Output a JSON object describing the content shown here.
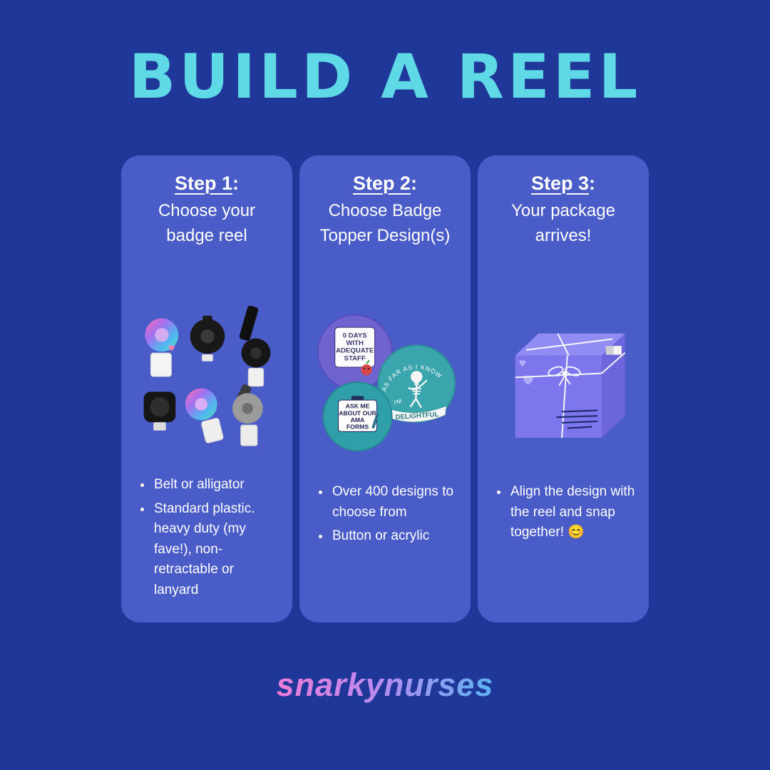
{
  "page": {
    "title": "BUILD A REEL",
    "brand": "snarkynurses"
  },
  "colors": {
    "background": "#1e3799",
    "card": "#4a5cc8",
    "title_accent": "#5fd9e6",
    "brand_gradient": [
      "#ee7cd8",
      "#b48cf0",
      "#5db4f2"
    ],
    "badge_teal": "#35a3ab",
    "badge_purple": "#6f63d0",
    "package_purple": "#7d76ec"
  },
  "steps": [
    {
      "step_label": "Step 1",
      "colon": ":",
      "subtitle": "Choose your badge reel",
      "bullets": [
        "Belt or alligator",
        "Standard plastic. heavy duty (my fave!), non-retractable or lanyard"
      ]
    },
    {
      "step_label": "Step 2",
      "colon": ":",
      "subtitle": "Choose Badge Topper Design(s)",
      "bullets": [
        "Over 400 designs to choose from",
        "Button or acrylic"
      ],
      "badge_adequate": [
        "0 DAYS",
        "WITH",
        "ADEQUATE",
        "STAFF"
      ],
      "badge_ama": [
        "ASK ME",
        "ABOUT OUR",
        "AMA",
        "FORMS"
      ],
      "badge_delightful": {
        "arc": "AS FAR AS I KNOW",
        "im": "I'M",
        "banner": "DELIGHTFUL"
      }
    },
    {
      "step_label": "Step 3",
      "colon": ":",
      "subtitle": "Your package arrives!",
      "bullets": [
        "Align the design with the reel and snap together! 😊"
      ]
    }
  ]
}
